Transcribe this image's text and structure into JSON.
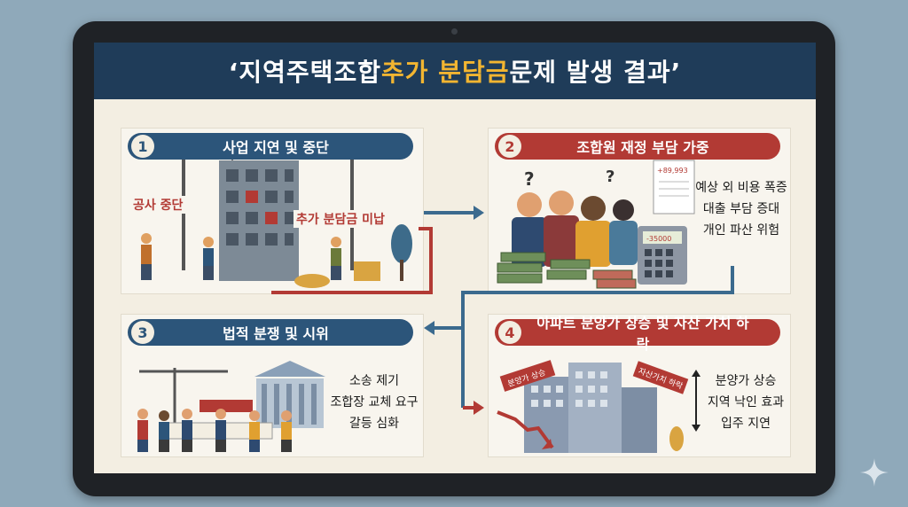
{
  "title": {
    "prefix": "‘지역주택조합 ",
    "highlight": "추가 분담금",
    "suffix": " 문제 발생 결과’"
  },
  "sections": [
    {
      "number": "1",
      "heading": "사업 지연 및 중단",
      "labels": [
        "공사 중단",
        "추가 분담금 미납"
      ]
    },
    {
      "number": "2",
      "heading": "조합원 재정 부담 가중",
      "lines": [
        "예상 외 비용 폭증",
        "대출 부담 증대",
        "개인 파산 위험"
      ],
      "doc_amount": "+89,993",
      "calc_amount": "-35000"
    },
    {
      "number": "3",
      "heading": "법적 분쟁 및 시위",
      "lines": [
        "소송 제기",
        "조합장 교체 요구",
        "갈등 심화"
      ]
    },
    {
      "number": "4",
      "heading": "아파트 분양가 상승 및 자산 가치 하락",
      "lines": [
        "분양가 상승",
        "지역 낙인 효과",
        "입주 지연"
      ],
      "tags": [
        "분양가 상승",
        "자산가치 하락"
      ]
    }
  ],
  "colors": {
    "navy": "#1f3c59",
    "blue": "#2c557a",
    "red": "#b23a34",
    "gold": "#f2b531",
    "cream": "#f3eee2"
  }
}
